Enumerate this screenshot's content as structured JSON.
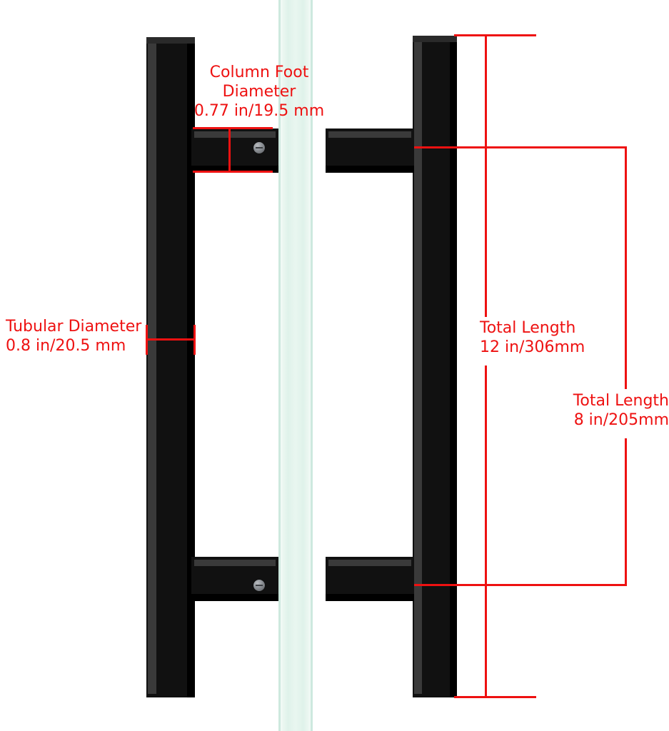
{
  "diagram": {
    "title": "Door pull handle dimension diagram",
    "accent_color": "#ee1111",
    "handle_color": "#111111",
    "glass_color": "#dff2ea",
    "annotations": [
      {
        "id": "column-foot-diameter",
        "label": "Column Foot\nDiameter\n0.77 in/19.5 mm",
        "value_in": "0.77 in",
        "value_mm": "19.5 mm"
      },
      {
        "id": "tubular-diameter",
        "label": "Tubular Diameter\n0.8 in/20.5 mm",
        "value_in": "0.8 in",
        "value_mm": "20.5 mm"
      },
      {
        "id": "total-length-12in",
        "label": "Total Length\n12 in/306mm",
        "value_in": "12 in",
        "value_mm": "306mm"
      },
      {
        "id": "total-length-8in",
        "label": "Total Length\n8 in/205mm",
        "value_in": "8 in",
        "value_mm": "205mm"
      }
    ]
  }
}
